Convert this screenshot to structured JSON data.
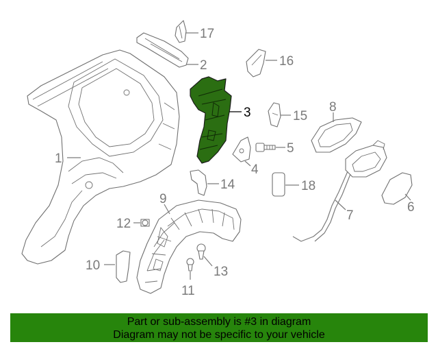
{
  "callouts": {
    "c1": "1",
    "c2": "2",
    "c3": "3",
    "c4": "4",
    "c5": "5",
    "c6": "6",
    "c7": "7",
    "c8": "8",
    "c9": "9",
    "c10": "10",
    "c11": "11",
    "c12": "12",
    "c13": "13",
    "c14": "14",
    "c15": "15",
    "c16": "16",
    "c17": "17",
    "c18": "18"
  },
  "highlighted_part": "3",
  "colors": {
    "highlight": "#2b6e12",
    "banner": "#27850c",
    "line": "#6f6f6f",
    "label": "#7a7a7a"
  },
  "banner": {
    "line1": "Part or sub-assembly is #3 in diagram",
    "line2": "Diagram may not be specific to your vehicle"
  }
}
